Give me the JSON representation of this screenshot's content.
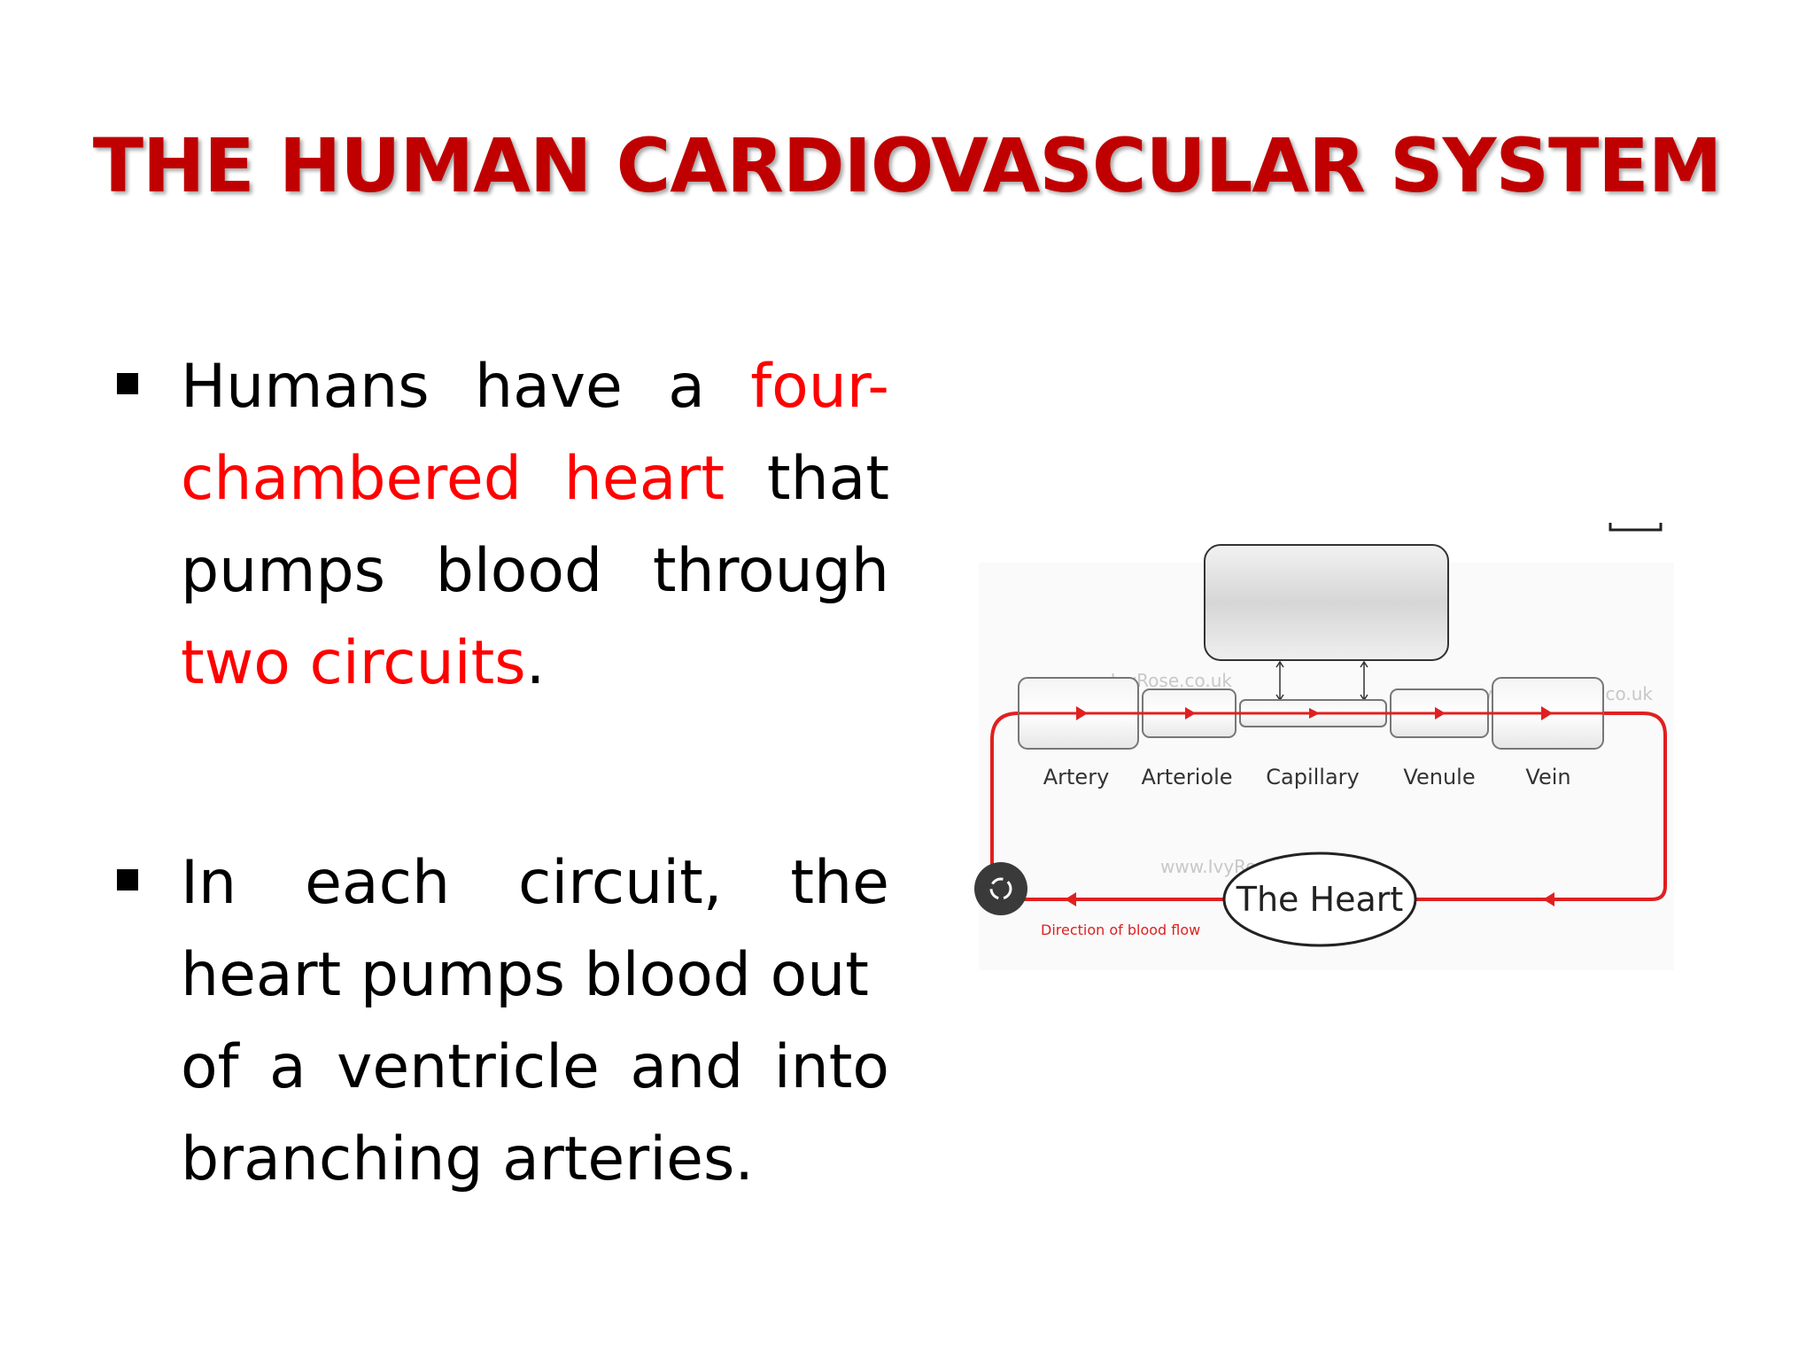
{
  "title": "THE HUMAN CARDIOVASCULAR SYSTEM",
  "bullet1": {
    "w1": "Humans",
    "w2": "have",
    "w3": "a",
    "w4": "four-",
    "w5": "chambered",
    "w6": "heart",
    "w7": "that",
    "w8": "pumps",
    "w9": "blood",
    "w10": "through",
    "w11": "two circuits",
    "w12": "."
  },
  "bullet2": {
    "w1": "In",
    "w2": "each",
    "w3": "circuit,",
    "w4": "the",
    "w5": "heart pumps blood out",
    "w6": "of",
    "w7": "a",
    "w8": "ventricle",
    "w9": "and",
    "w10": "into",
    "w11": "branching arteries."
  },
  "diagram": {
    "vessels": [
      "Artery",
      "Arteriole",
      "Capillary",
      "Venule",
      "Vein"
    ],
    "heart_label": "The Heart",
    "flow_label": "Direction of blood flow",
    "watermark": "www.IvyRose.co.uk"
  },
  "colors": {
    "title": "#c00000",
    "highlight": "#ff0000",
    "vessel_line": "#e02020"
  }
}
